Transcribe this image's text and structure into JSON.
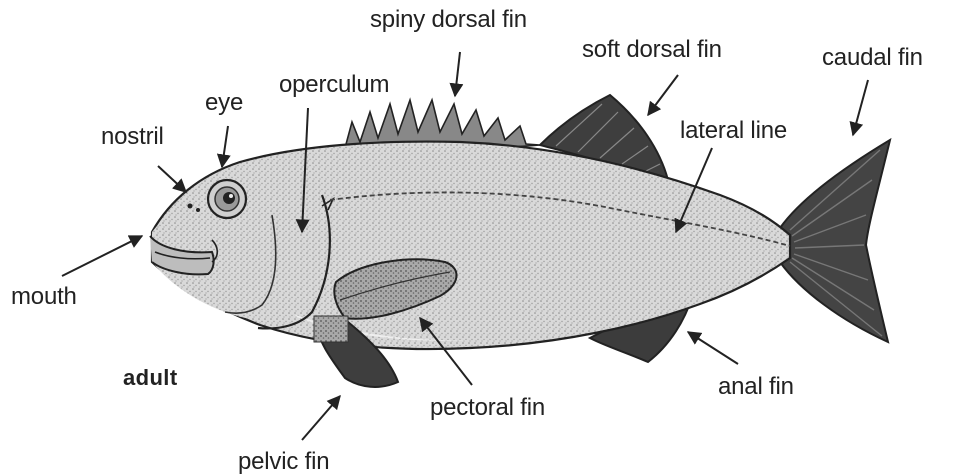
{
  "labels": {
    "spiny_dorsal_fin": "spiny dorsal fin",
    "soft_dorsal_fin": "soft dorsal fin",
    "caudal_fin": "caudal fin",
    "operculum": "operculum",
    "eye": "eye",
    "nostril": "nostril",
    "lateral_line": "lateral line",
    "mouth": "mouth",
    "adult": "adult",
    "pectoral_fin": "pectoral fin",
    "anal_fin": "anal fin",
    "pelvic_fin": "pelvic fin"
  },
  "colors": {
    "ink": "#222222",
    "fin": "#3a3a3a",
    "body": "#d6d6d6",
    "belly": "#ececec"
  }
}
